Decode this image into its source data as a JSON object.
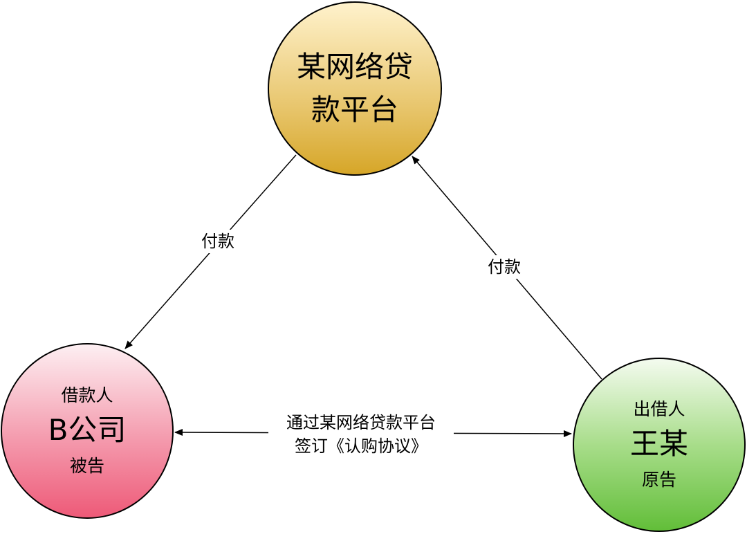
{
  "nodes": {
    "platform": {
      "title": "某网络贷款平台"
    },
    "company": {
      "role": "借款人",
      "name": "B公司",
      "status": "被告"
    },
    "wang": {
      "role": "出借人",
      "name": "王某",
      "status": "原告"
    }
  },
  "edges": {
    "platform_to_company": "付款",
    "wang_to_platform": "付款",
    "bidirectional": {
      "line1": "通过某网络贷款平台",
      "line2": "签订《认购协议》"
    }
  },
  "colors": {
    "platform_fill": "#e8c66e",
    "company_fill": "#f49aad",
    "wang_fill": "#a8dd8a",
    "stroke": "#000000"
  }
}
